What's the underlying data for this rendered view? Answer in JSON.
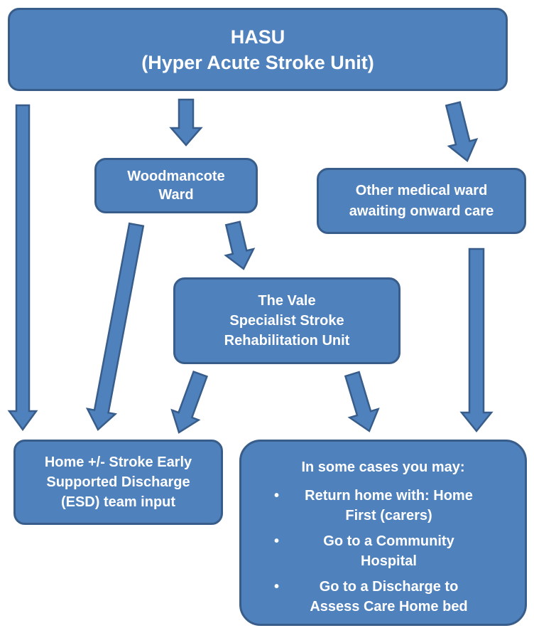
{
  "colors": {
    "box_fill": "#4f81bd",
    "box_border": "#385d8a",
    "text": "#ffffff",
    "arrow_fill": "#4f81bd",
    "arrow_stroke": "#385d8a"
  },
  "hasu": {
    "line1": "HASU",
    "line2": "(Hyper Acute Stroke Unit)"
  },
  "woodmancote": {
    "line1": "Woodmancote",
    "line2": "Ward"
  },
  "other_ward": {
    "line1": "Other medical ward",
    "line2": "awaiting onward care"
  },
  "vale": {
    "line1": "The Vale",
    "line2": "Specialist Stroke",
    "line3": "Rehabilitation Unit"
  },
  "home": {
    "line1": "Home +/- Stroke Early",
    "line2": "Supported Discharge",
    "line3": "(ESD) team input"
  },
  "cases": {
    "heading": "In some cases you may:",
    "bullet": "•",
    "items": [
      {
        "line1": "Return home with: Home",
        "line2": "First (carers)"
      },
      {
        "line1": "Go to a Community",
        "line2": "Hospital"
      },
      {
        "line1": "Go to a Discharge to",
        "line2": "Assess Care Home bed"
      }
    ]
  }
}
